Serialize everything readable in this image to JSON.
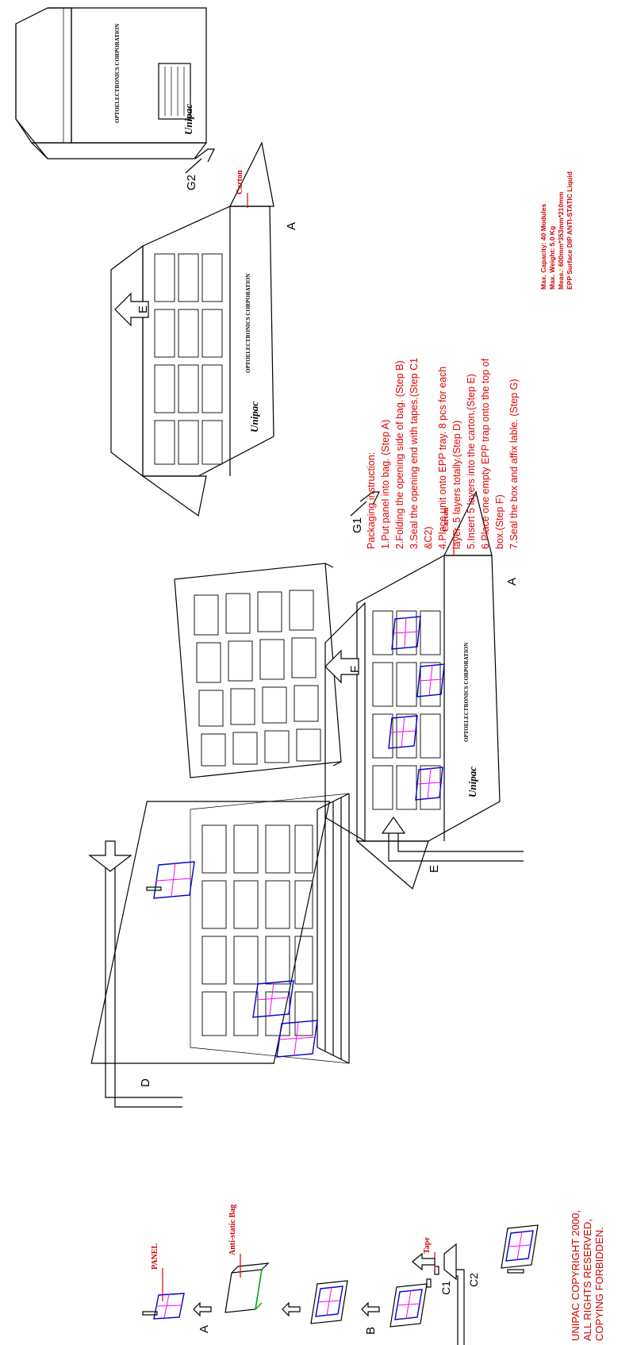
{
  "colors": {
    "line": "#000000",
    "instruction_text": "#e00000",
    "label_text": "#cc0000",
    "panel_frame": "#0000cc",
    "panel_grid": "#ff00ff",
    "bag_edge": "#00aa00"
  },
  "instructions": {
    "heading": "Packaging instruction:",
    "steps": [
      "1.Put panel into bag. (Step A)",
      "2.Folding the opening side of bag. (Step B)",
      "3.Seal the opening end with tapes.(Step C1",
      "&C2)",
      "4.Place unit onto EPP tray. 8 pcs for each",
      "layer. 5 layers totally.(Step D)",
      "5.Insert 5 layers into the carton.(Step E)",
      "6.Place one empty EPP trap onto the top of",
      "box.(Step F)",
      "7.Seal the box and affix lable. (Step G)"
    ]
  },
  "specs": [
    "Max. Capacity: 40 Modules",
    "Max. Weight: 5.0 Kg",
    "Meas.: 600mm*353mm*210mm",
    "EPP Surface DIP ANTI-STATIC Liquid"
  ],
  "copyright": [
    "UNIPAC COPYRIGHT 2000,",
    "ALL RIGHTS RESERVED,",
    "COPYING FORBIDDEN."
  ],
  "labels": {
    "panel": "PANEL",
    "bag": "Anti-static Bag",
    "tape": "Tape",
    "carton_1": "Carton",
    "carton_2": "Carton"
  },
  "steps": {
    "a": "A",
    "b": "B",
    "c1": "C1",
    "c2": "C2",
    "d": "D",
    "e1": "E",
    "e2": "E",
    "f": "F",
    "g1": "G1",
    "g2": "G2",
    "side_a1": "A",
    "side_a2": "A"
  },
  "carton_print": {
    "logo": "Unipac",
    "company": "OPTOELECTRONICS CORPORATION"
  }
}
